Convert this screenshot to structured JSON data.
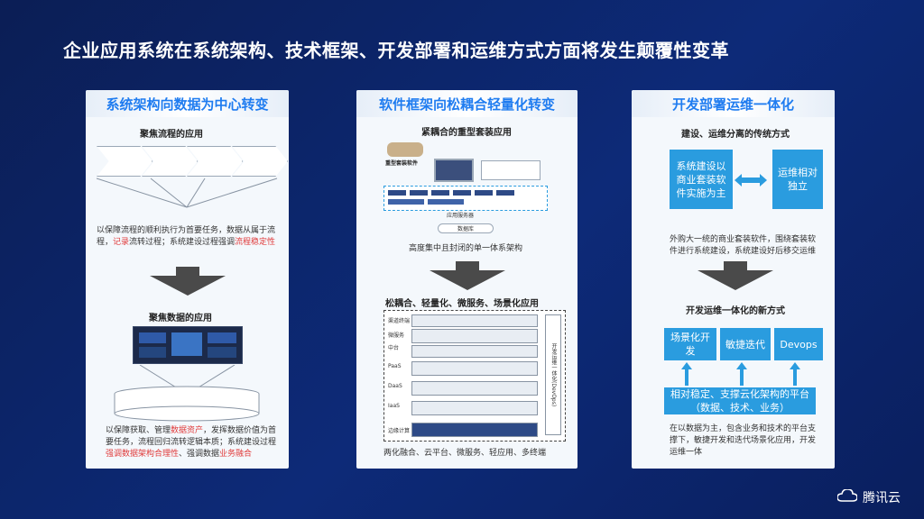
{
  "title": "企业应用系统在系统架构、技术框架、开发部署和运维方式方面将发生颠覆性变革",
  "panel1": {
    "header": "系统架构向数据为中心转变",
    "sub1": "聚焦流程的应用",
    "text1_a": "以保障流程的顺利执行为首要任务，数据从属于流程，",
    "text1_hl": "记录",
    "text1_b": "流转过程；系统建设过程强调",
    "text1_hl2": "流程稳定性",
    "sub2": "聚焦数据的应用",
    "text2_a": "以保障获取、管理",
    "text2_hl": "数据资产",
    "text2_b": "，发挥数据价值为首要任务，流程回归流转逻辑本质；系统建设过程",
    "text2_hl2": "强调数据架构合理性",
    "text2_c": "、强调数据",
    "text2_hl3": "业务融合"
  },
  "panel2": {
    "header": "软件框架向松耦合轻量化转变",
    "sub1": "紧耦合的重型套装应用",
    "pkg_label": "重型套装软件",
    "app_server": "应用服务器",
    "db": "数据库",
    "caption1": "高度集中且封闭的单一体系架构",
    "sub2": "松耦合、轻量化、微服务、场景化应用",
    "layers": [
      "渠道终端",
      "微服务",
      "中台",
      "PaaS",
      "DaaS",
      "IaaS",
      "边缘计算"
    ],
    "right_col": "开发运维一体化(DevOps)",
    "caption2": "两化融合、云平台、微服务、轻应用、多终端"
  },
  "panel3": {
    "header": "开发部署运维一体化",
    "sub1": "建设、运维分离的传统方式",
    "box1": "系统建设以商业套装软件实施为主",
    "box2": "运维相对独立",
    "text1": "外购大一统的商业套装软件，围绕套装软件进行系统建设，系统建设好后移交运维",
    "sub2": "开发运维一体化的新方式",
    "boxA": "场景化开发",
    "boxB": "敏捷迭代",
    "boxC": "Devops",
    "boxD": "相对稳定、支撑云化架构的平台（数据、技术、业务）",
    "text2": "在以数据为主，包含业务和技术的平台支撑下，敏捷开发和迭代场景化应用，开发运维一体"
  },
  "logo": "腾讯云",
  "colors": {
    "accent": "#1f7cf0",
    "box": "#2a9cdf",
    "highlight": "#e03b3b"
  }
}
